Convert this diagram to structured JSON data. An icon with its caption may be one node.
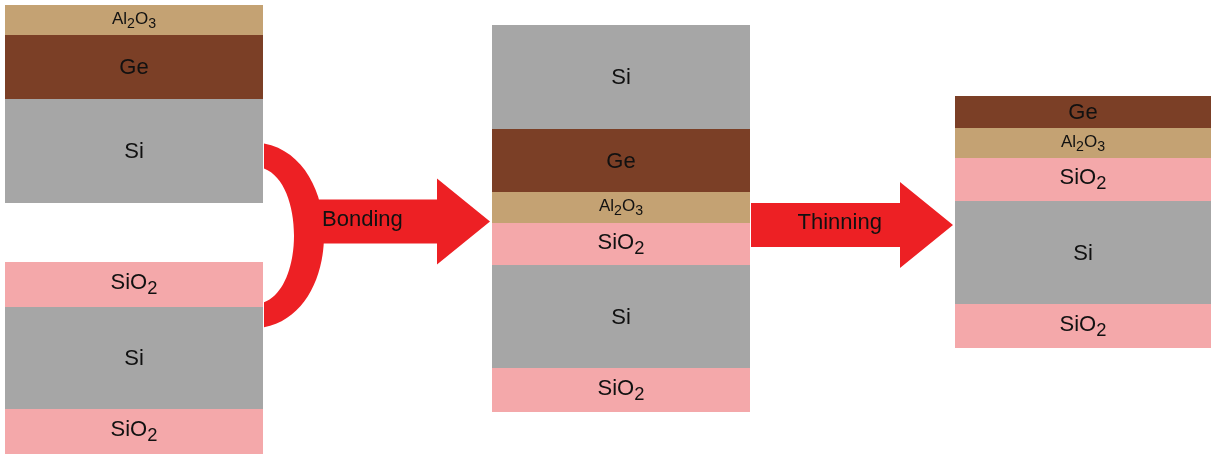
{
  "diagram": {
    "nodes": [
      {
        "text": [],
        "shape": "box"
      },
      {
        "text": [
          "Al$_{2}$O$_{3}$"
        ],
        "in": 0
      },
      {
        "text": [
          "Ge"
        ],
        "in": 0
      },
      {
        "text": [
          "Si"
        ],
        "in": 0
      },
      {
        "text": [],
        "shape": "box"
      },
      {
        "text": [
          "SiO$_{2}$"
        ],
        "in": 4
      },
      {
        "text": [
          "Si"
        ],
        "in": 4
      },
      {
        "text": [
          "SiO$_{2}$"
        ],
        "in": 4
      },
      {
        "text": [],
        "shape": "box"
      },
      {
        "text": [
          "Si"
        ],
        "in": 8
      },
      {
        "text": [
          "Ge"
        ],
        "in": 8
      },
      {
        "text": [
          "Al$_{2}$O$_{3}$"
        ],
        "in": 8
      },
      {
        "text": [
          "SiO$_{2}$"
        ],
        "in": 8
      },
      {
        "text": [
          "Si"
        ],
        "in": 8
      },
      {
        "text": [
          "SiO$_{2}$"
        ],
        "in": 8
      },
      {
        "text": [],
        "shape": "box"
      },
      {
        "text": [
          "Ge"
        ],
        "in": 15
      },
      {
        "text": [
          "Al$_{2}$O$_{3}$"
        ],
        "in": 15
      },
      {
        "text": [
          "SiO$_{2}$"
        ],
        "in": 15
      },
      {
        "text": [
          "Si"
        ],
        "in": 15
      },
      {
        "text": [
          "SiO$_{2}$"
        ],
        "in": 15
      }
    ],
    "edges": [
      {
        "from": 0,
        "to": 8,
        "arrow": "to",
        "label": "Bonding"
      },
      {
        "from": 4,
        "to": 8,
        "arrow": "to"
      },
      {
        "from": 8,
        "to": 15,
        "arrow": "to",
        "label": "Thinning"
      }
    ]
  }
}
